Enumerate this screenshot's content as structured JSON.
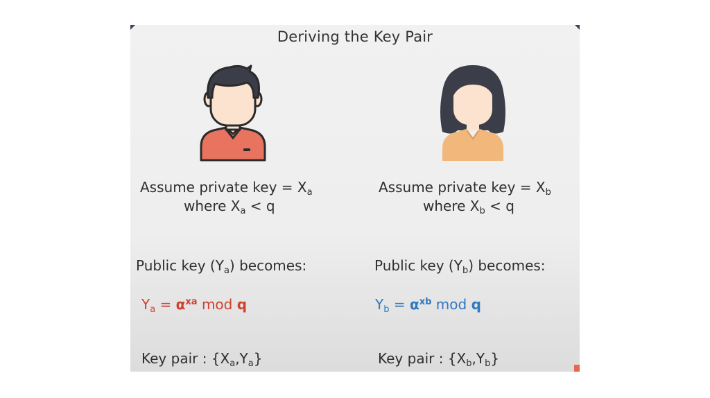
{
  "slide": {
    "title": "Deriving the Key Pair"
  },
  "left": {
    "avatar_icon": "man-avatar-icon",
    "private_prefix": "Assume private key = X",
    "private_sub": "a",
    "where_prefix": "where X",
    "where_sub": "a",
    "where_suffix": " < q",
    "public_prefix": "Public key (Y",
    "public_sub": "a",
    "public_suffix": ") becomes:",
    "formula_y": "Y",
    "formula_y_sub": "a",
    "formula_eq": " = ",
    "formula_alpha": "α",
    "formula_exp": "xa",
    "formula_mod": " mod ",
    "formula_q": "q",
    "pair_prefix": "Key pair : {X",
    "pair_sub1": "a",
    "pair_mid": ",Y",
    "pair_sub2": "a",
    "pair_suffix": "}"
  },
  "right": {
    "avatar_icon": "woman-avatar-icon",
    "private_prefix": "Assume private key = X",
    "private_sub": "b",
    "where_prefix": "where X",
    "where_sub": "b",
    "where_suffix": " < q",
    "public_prefix": "Public key (Y",
    "public_sub": "b",
    "public_suffix": ") becomes:",
    "formula_y": "Y",
    "formula_y_sub": "b",
    "formula_eq": " = ",
    "formula_alpha": "α",
    "formula_exp": "xb",
    "formula_mod": " mod ",
    "formula_q": "q",
    "pair_prefix": "Key pair : {X",
    "pair_sub1": "b",
    "pair_mid": ",Y",
    "pair_sub2": "b",
    "pair_suffix": "}"
  },
  "colors": {
    "left_formula": "#d0412e",
    "right_formula": "#2f79c0",
    "man_shirt": "#e8735f",
    "woman_shirt": "#f2b77a",
    "hair": "#3b3d48",
    "skin": "#fbe3cf"
  }
}
